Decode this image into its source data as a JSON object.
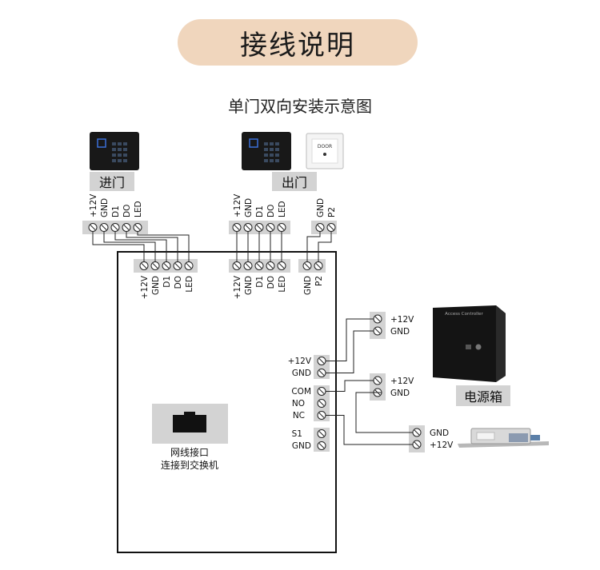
{
  "title": "接线说明",
  "subtitle": "单门双向安装示意图",
  "entry_label": "进门",
  "exit_label": "出门",
  "power_box_label": "电源箱",
  "network_label_line1": "网线接口",
  "network_label_line2": "连接到交换机",
  "exit_button_text": "DOOR",
  "power_box_panel_text": "Access Controller",
  "reader_terminals": [
    "+12V",
    "GND",
    "D1",
    "DO",
    "LED"
  ],
  "button_terminals": [
    "GND",
    "P2"
  ],
  "controller_side_terminals": {
    "power_in": [
      "+12V",
      "GND"
    ],
    "relay": [
      "COM",
      "NO",
      "NC"
    ],
    "sensor": [
      "S1",
      "GND"
    ]
  },
  "power_box_terminals_a": [
    "+12V",
    "GND"
  ],
  "power_box_terminals_b": [
    "+12V",
    "GND"
  ],
  "lock_terminals": [
    "GND",
    "+12V"
  ],
  "colors": {
    "pill": "#f0d6bd",
    "terminal_block": "#d3d3d3",
    "wire": "#222222"
  }
}
